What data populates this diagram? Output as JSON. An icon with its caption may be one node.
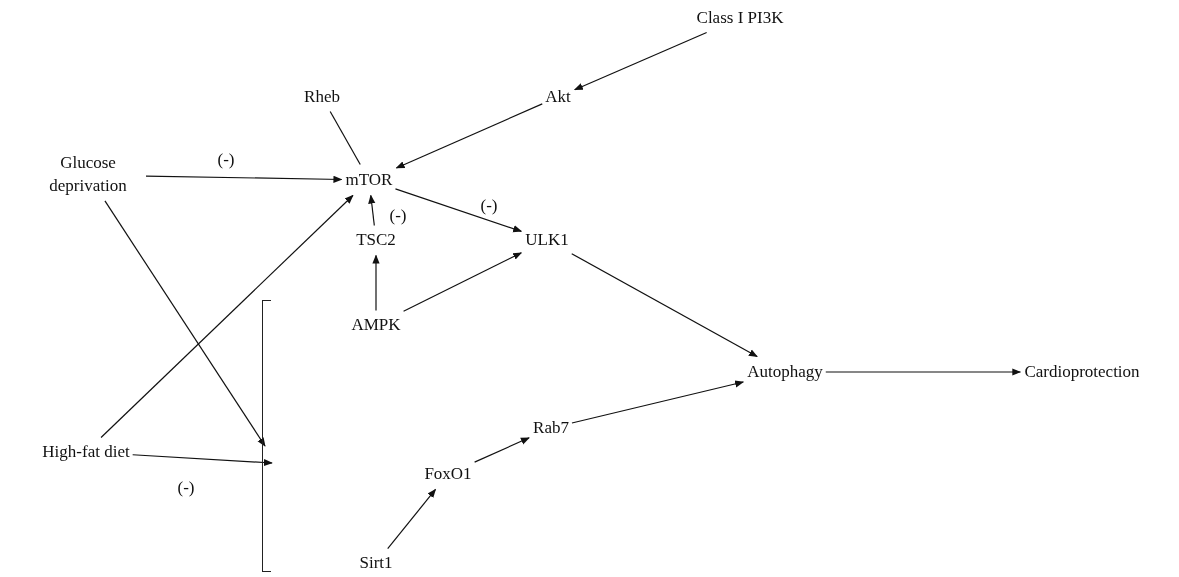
{
  "diagram": {
    "nodes": [
      {
        "text": [
          "Class I PI3K"
        ]
      },
      {
        "text": [
          "Akt"
        ]
      },
      {
        "text": [
          "Rheb"
        ]
      },
      {
        "text": [
          "mTOR"
        ]
      },
      {
        "text": [
          "Glucose deprivation"
        ]
      },
      {
        "text": [
          "TSC2"
        ]
      },
      {
        "text": [
          "ULK1"
        ]
      },
      {
        "text": [
          "AMPK"
        ]
      },
      {
        "text": [
          "Autophagy"
        ]
      },
      {
        "text": [
          "Cardioprotection"
        ]
      },
      {
        "text": [
          "High-fat diet"
        ]
      },
      {
        "text": [
          "Rab7"
        ]
      },
      {
        "text": [
          "FoxO1"
        ]
      },
      {
        "text": [
          "Sirt1"
        ]
      },
      {
        "text": [],
        "shape": "bar"
      }
    ],
    "edges": [
      {
        "from": 0,
        "to": 1,
        "arrow": "to"
      },
      {
        "from": 1,
        "to": 3,
        "arrow": "to"
      },
      {
        "from": 2,
        "to": 3,
        "arrow": "none"
      },
      {
        "from": 4,
        "to": 3,
        "arrow": "to",
        "label": "(-)"
      },
      {
        "from": 4,
        "to": 14,
        "arrow": "to"
      },
      {
        "from": 10,
        "to": 3,
        "arrow": "to"
      },
      {
        "from": 10,
        "to": 14,
        "arrow": "to",
        "label": "(-)"
      },
      {
        "from": 3,
        "to": 6,
        "arrow": "to",
        "label": "(-)"
      },
      {
        "from": 5,
        "to": 3,
        "arrow": "to",
        "label": "(-)"
      },
      {
        "from": 7,
        "to": 5,
        "arrow": "to"
      },
      {
        "from": 7,
        "to": 6,
        "arrow": "to"
      },
      {
        "from": 6,
        "to": 8,
        "arrow": "to"
      },
      {
        "from": 11,
        "to": 8,
        "arrow": "to"
      },
      {
        "from": 12,
        "to": 11,
        "arrow": "to"
      },
      {
        "from": 13,
        "to": 12,
        "arrow": "to"
      },
      {
        "from": 8,
        "to": 9,
        "arrow": "to"
      }
    ]
  }
}
